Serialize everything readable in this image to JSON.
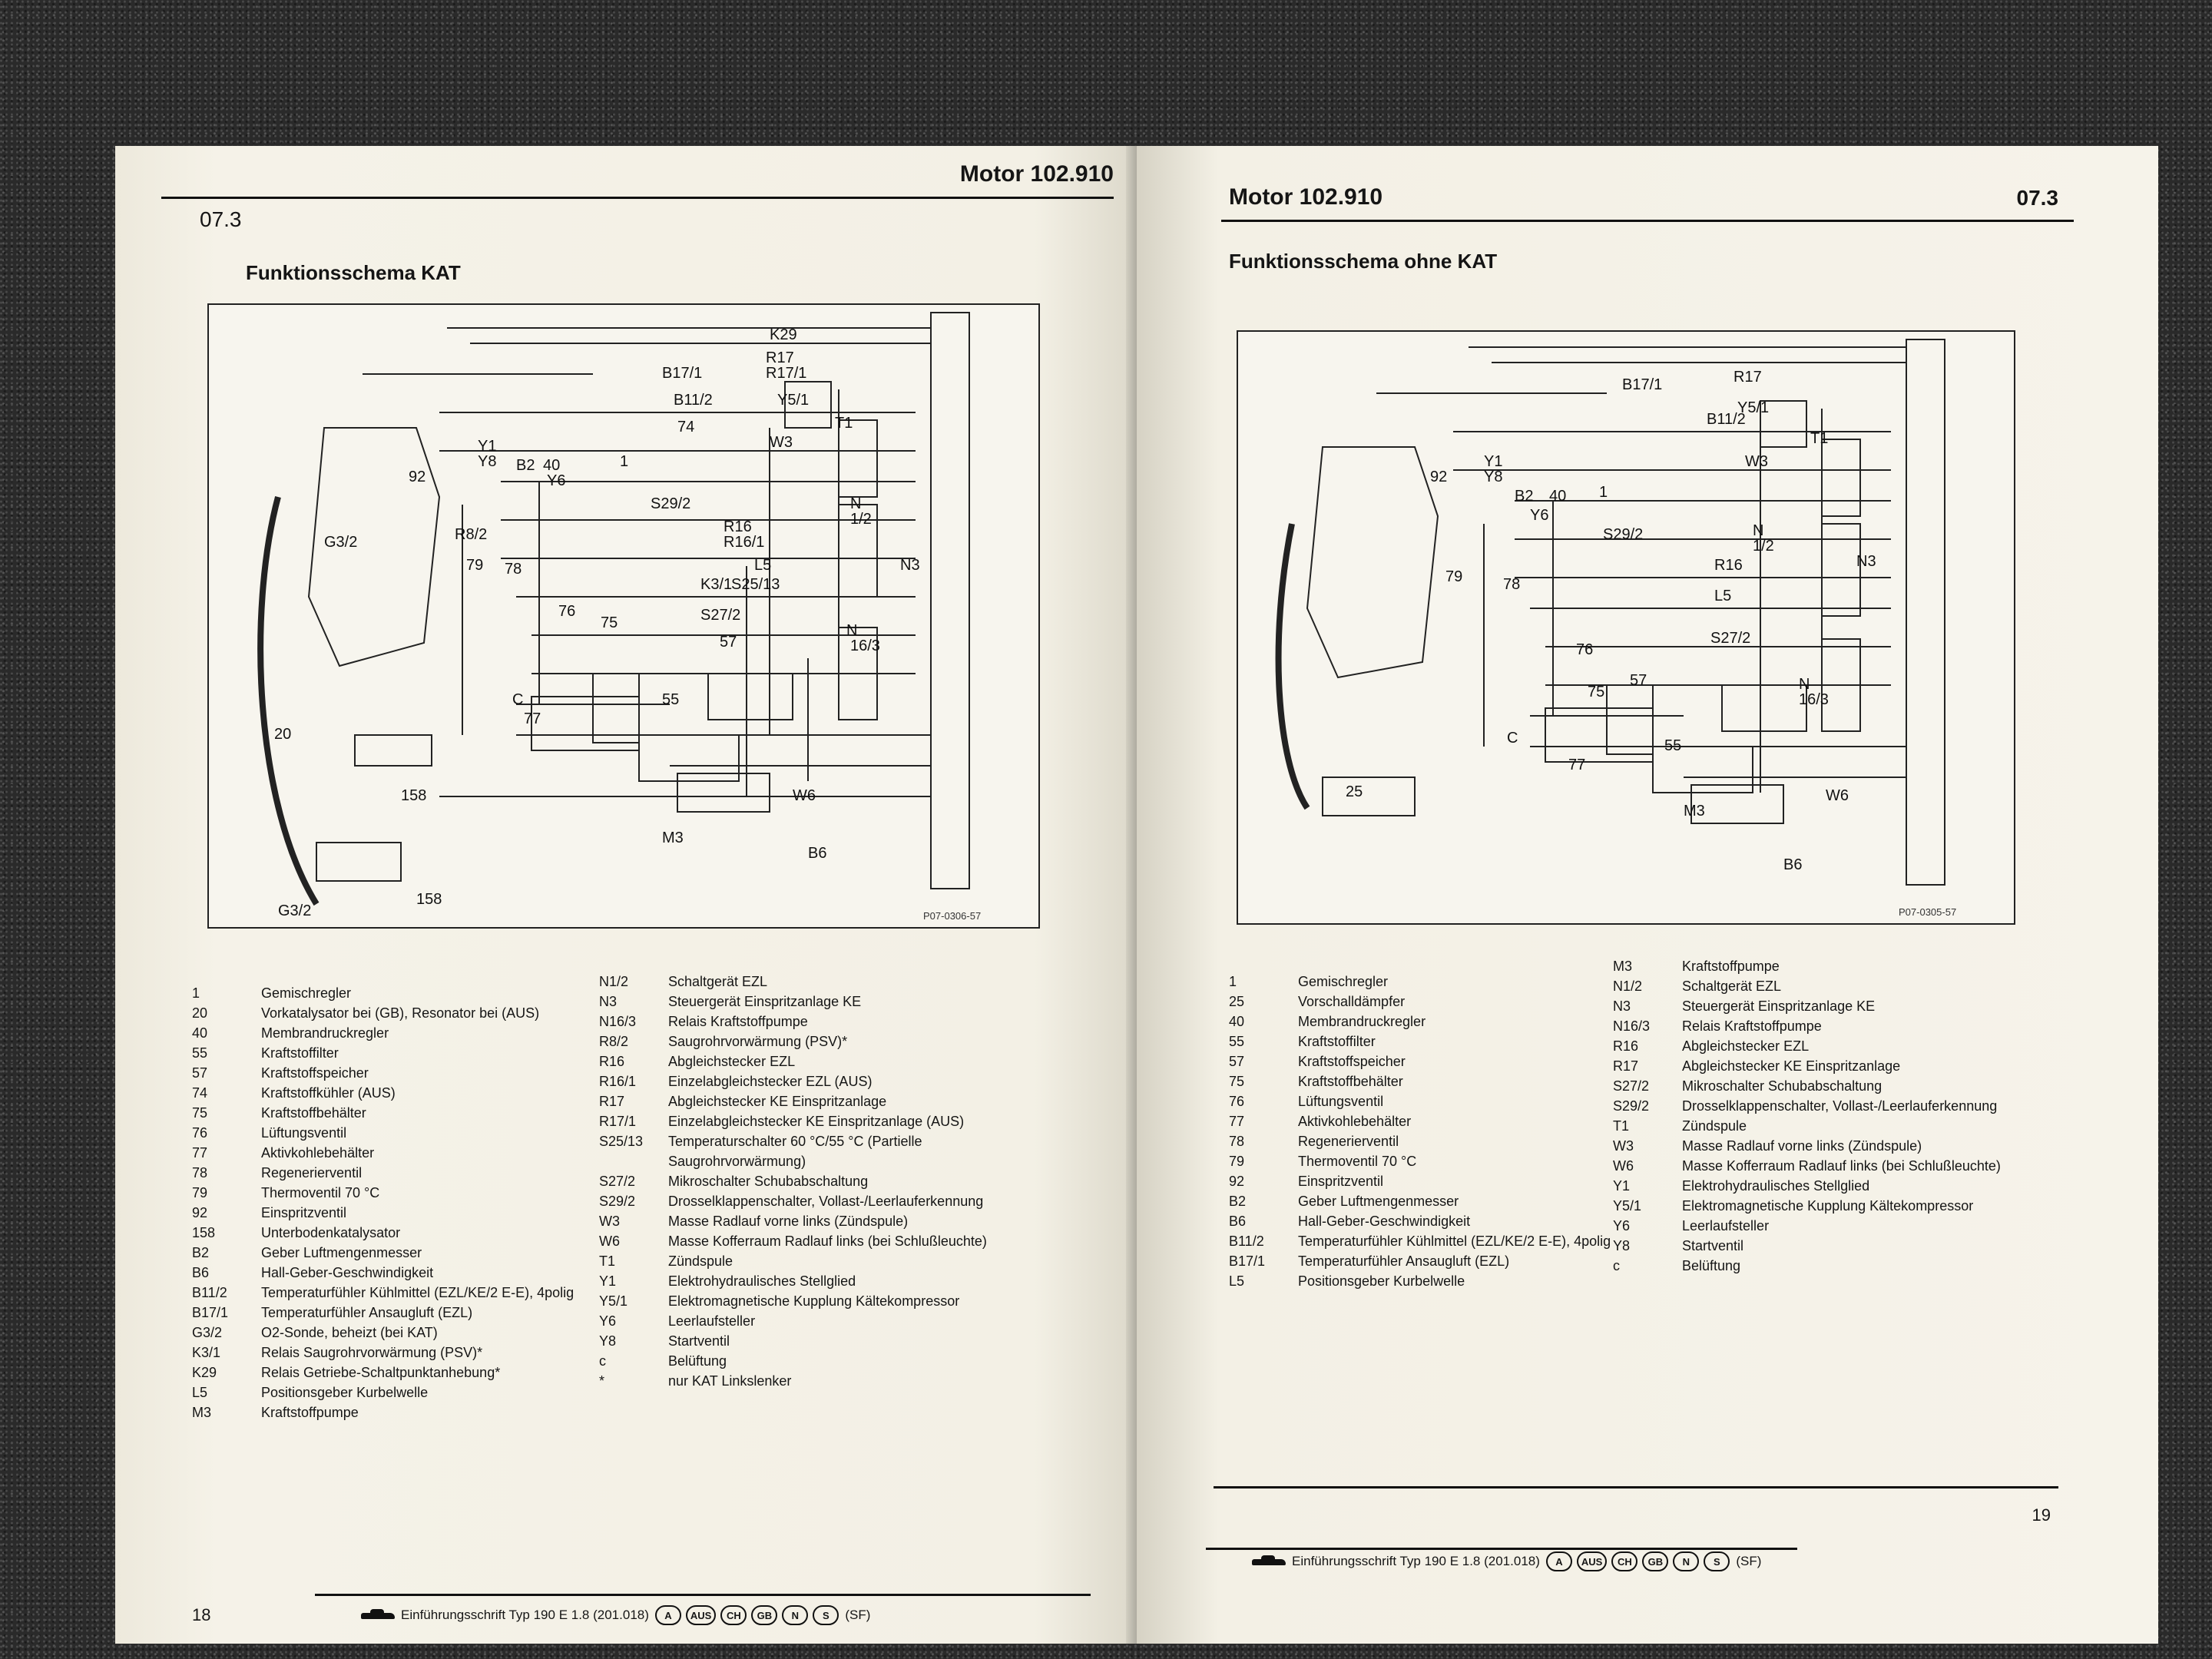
{
  "left_page": {
    "header_title": "Motor 102.910",
    "section": "07.3",
    "schema_title": "Funktionsschema KAT",
    "figure_code": "P07-0306-57",
    "page_number": "18",
    "legend_left": [
      {
        "code": "1",
        "desc": "Gemischregler"
      },
      {
        "code": "20",
        "desc": "Vorkatalysator bei (GB), Resonator bei (AUS)"
      },
      {
        "code": "40",
        "desc": "Membrandruckregler"
      },
      {
        "code": "55",
        "desc": "Kraftstoffilter"
      },
      {
        "code": "57",
        "desc": "Kraftstoffspeicher"
      },
      {
        "code": "74",
        "desc": "Kraftstoffkühler (AUS)"
      },
      {
        "code": "75",
        "desc": "Kraftstoffbehälter"
      },
      {
        "code": "76",
        "desc": "Lüftungsventil"
      },
      {
        "code": "77",
        "desc": "Aktivkohlebehälter"
      },
      {
        "code": "78",
        "desc": "Regenerierventil"
      },
      {
        "code": "79",
        "desc": "Thermoventil 70 °C"
      },
      {
        "code": "92",
        "desc": "Einspritzventil"
      },
      {
        "code": "158",
        "desc": "Unterbodenkatalysator"
      },
      {
        "code": "B2",
        "desc": "Geber Luftmengenmesser"
      },
      {
        "code": "B6",
        "desc": "Hall-Geber-Geschwindigkeit"
      },
      {
        "code": "B11/2",
        "desc": "Temperaturfühler Kühlmittel (EZL/KE/2 E-E), 4polig"
      },
      {
        "code": "B17/1",
        "desc": "Temperaturfühler Ansaugluft (EZL)"
      },
      {
        "code": "G3/2",
        "desc": "O2-Sonde, beheizt (bei KAT)"
      },
      {
        "code": "K3/1",
        "desc": "Relais Saugrohrvorwärmung (PSV)*"
      },
      {
        "code": "K29",
        "desc": "Relais Getriebe-Schaltpunktanhebung*"
      },
      {
        "code": "L5",
        "desc": "Positionsgeber Kurbelwelle"
      },
      {
        "code": "M3",
        "desc": "Kraftstoffpumpe"
      }
    ],
    "legend_right": [
      {
        "code": "N1/2",
        "desc": "Schaltgerät EZL"
      },
      {
        "code": "N3",
        "desc": "Steuergerät Einspritzanlage KE"
      },
      {
        "code": "N16/3",
        "desc": "Relais Kraftstoffpumpe"
      },
      {
        "code": "R8/2",
        "desc": "Saugrohrvorwärmung (PSV)*"
      },
      {
        "code": "R16",
        "desc": "Abgleichstecker EZL"
      },
      {
        "code": "R16/1",
        "desc": "Einzelabgleichstecker EZL (AUS)"
      },
      {
        "code": "R17",
        "desc": "Abgleichstecker KE Einspritzanlage"
      },
      {
        "code": "R17/1",
        "desc": "Einzelabgleichstecker KE Einspritzanlage (AUS)"
      },
      {
        "code": "S25/13",
        "desc": "Temperaturschalter 60 °C/55 °C (Partielle Saugrohrvorwärmung)"
      },
      {
        "code": "S27/2",
        "desc": "Mikroschalter Schubabschaltung"
      },
      {
        "code": "S29/2",
        "desc": "Drosselklappenschalter, Vollast-/Leerlauferkennung"
      },
      {
        "code": "W3",
        "desc": "Masse Radlauf vorne links (Zündspule)"
      },
      {
        "code": "W6",
        "desc": "Masse Kofferraum Radlauf links (bei Schlußleuchte)"
      },
      {
        "code": "T1",
        "desc": "Zündspule"
      },
      {
        "code": "Y1",
        "desc": "Elektrohydraulisches Stellglied"
      },
      {
        "code": "Y5/1",
        "desc": "Elektromagnetische Kupplung Kältekompressor"
      },
      {
        "code": "Y6",
        "desc": "Leerlaufsteller"
      },
      {
        "code": "Y8",
        "desc": "Startventil"
      },
      {
        "code": "c",
        "desc": "Belüftung"
      },
      {
        "code": "*",
        "desc": "nur KAT Linkslenker"
      }
    ],
    "diagram_labels": [
      "K29",
      "R17",
      "R17/1",
      "B17/1",
      "Y5/1",
      "B11/2",
      "T1",
      "W3",
      "74",
      "Y1",
      "Y8",
      "B2",
      "40",
      "Y6",
      "1",
      "92",
      "S29/2",
      "N",
      "1/2",
      "R16",
      "R16/1",
      "G3/2",
      "R8/2",
      "79",
      "78",
      "L5",
      "K3/1",
      "S25/13",
      "N3",
      "76",
      "S27/2",
      "57",
      "N",
      "16/3",
      "75",
      "C",
      "77",
      "55",
      "20",
      "158",
      "M3",
      "W6",
      "B6",
      "G3/2",
      "158"
    ]
  },
  "right_page": {
    "header_title": "Motor 102.910",
    "section": "07.3",
    "schema_title": "Funktionsschema ohne KAT",
    "figure_code": "P07-0305-57",
    "page_number": "19",
    "legend_left": [
      {
        "code": "1",
        "desc": "Gemischregler"
      },
      {
        "code": "25",
        "desc": "Vorschalldämpfer"
      },
      {
        "code": "40",
        "desc": "Membrandruckregler"
      },
      {
        "code": "55",
        "desc": "Kraftstoffilter"
      },
      {
        "code": "57",
        "desc": "Kraftstoffspeicher"
      },
      {
        "code": "75",
        "desc": "Kraftstoffbehälter"
      },
      {
        "code": "76",
        "desc": "Lüftungsventil"
      },
      {
        "code": "77",
        "desc": "Aktivkohlebehälter"
      },
      {
        "code": "78",
        "desc": "Regenerierventil"
      },
      {
        "code": "79",
        "desc": "Thermoventil 70 °C"
      },
      {
        "code": "92",
        "desc": "Einspritzventil"
      },
      {
        "code": "B2",
        "desc": "Geber Luftmengenmesser"
      },
      {
        "code": "B6",
        "desc": "Hall-Geber-Geschwindigkeit"
      },
      {
        "code": "B11/2",
        "desc": "Temperaturfühler Kühlmittel (EZL/KE/2 E-E), 4polig"
      },
      {
        "code": "B17/1",
        "desc": "Temperaturfühler Ansaugluft (EZL)"
      },
      {
        "code": "L5",
        "desc": "Positionsgeber Kurbelwelle"
      }
    ],
    "legend_right": [
      {
        "code": "M3",
        "desc": "Kraftstoffpumpe"
      },
      {
        "code": "N1/2",
        "desc": "Schaltgerät EZL"
      },
      {
        "code": "N3",
        "desc": "Steuergerät Einspritzanlage KE"
      },
      {
        "code": "N16/3",
        "desc": "Relais Kraftstoffpumpe"
      },
      {
        "code": "R16",
        "desc": "Abgleichstecker EZL"
      },
      {
        "code": "R17",
        "desc": "Abgleichstecker KE Einspritzanlage"
      },
      {
        "code": "S27/2",
        "desc": "Mikroschalter Schubabschaltung"
      },
      {
        "code": "S29/2",
        "desc": "Drosselklappenschalter, Vollast-/Leerlauferkennung"
      },
      {
        "code": "T1",
        "desc": "Zündspule"
      },
      {
        "code": "W3",
        "desc": "Masse Radlauf vorne links (Zündspule)"
      },
      {
        "code": "W6",
        "desc": "Masse Kofferraum Radlauf links (bei Schlußleuchte)"
      },
      {
        "code": "Y1",
        "desc": "Elektrohydraulisches Stellglied"
      },
      {
        "code": "Y5/1",
        "desc": "Elektromagnetische Kupplung Kältekompressor"
      },
      {
        "code": "Y6",
        "desc": "Leerlaufsteller"
      },
      {
        "code": "Y8",
        "desc": "Startventil"
      },
      {
        "code": "c",
        "desc": "Belüftung"
      }
    ],
    "diagram_labels": [
      "B17/1",
      "R17",
      "Y5/1",
      "B11/2",
      "T1",
      "W3",
      "92",
      "Y1",
      "Y8",
      "B2",
      "40",
      "Y6",
      "1",
      "S29/2",
      "N",
      "1/2",
      "R16",
      "N3",
      "79",
      "78",
      "L5",
      "S27/2",
      "76",
      "57",
      "N",
      "16/3",
      "75",
      "C",
      "25",
      "77",
      "55",
      "M3",
      "W6",
      "B6"
    ]
  },
  "footer": {
    "text": "Einführungsschrift Typ 190 E 1.8 (201.018)",
    "badges": [
      "A",
      "AUS",
      "CH",
      "GB",
      "N",
      "S"
    ],
    "suffix": "(SF)"
  }
}
